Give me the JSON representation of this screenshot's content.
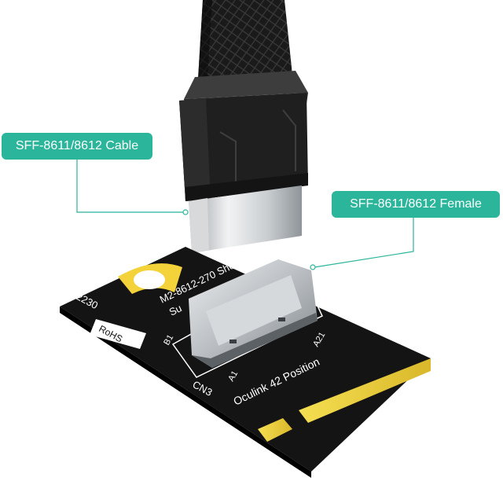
{
  "callouts": {
    "cable_label": "SFF-8611/8612 Cable",
    "female_label": "SFF-8611/8612 Female"
  },
  "board": {
    "size_code": "2230",
    "rohs_mark": "RoHS",
    "model_line": "M2-8612-270 Short",
    "model_line_2": "Su",
    "connector_ref": "CN3",
    "position_text": "Oculink 42 Position",
    "pin_b1": "B1",
    "pin_a1": "A1",
    "pin_a21": "A21"
  },
  "colors": {
    "callout_accent": "#2bb59a",
    "pcb": "#151515",
    "cable_braid": "#1c1c1c",
    "gold_contacts": "#e8cf3a",
    "mount_notch_arc": "#f3d23a",
    "connector_shell": "#b8bcc0"
  }
}
